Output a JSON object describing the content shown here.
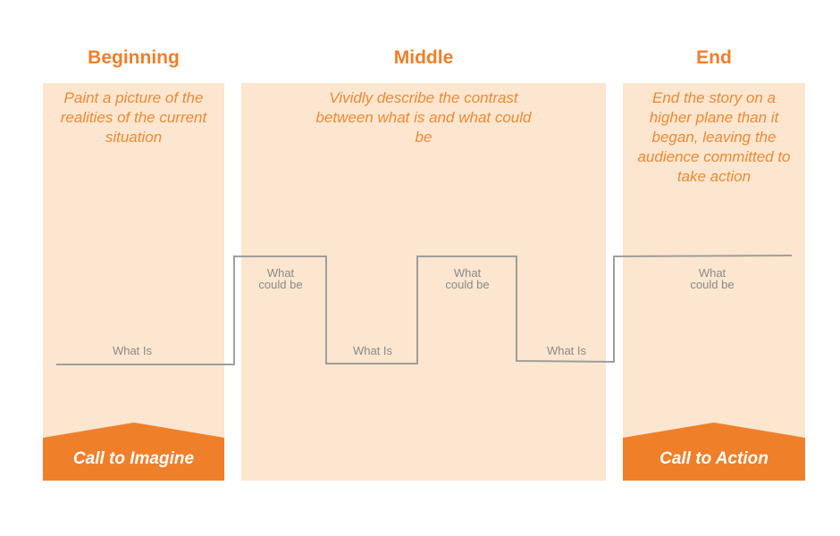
{
  "headings": {
    "beginning": "Beginning",
    "middle": "Middle",
    "end": "End"
  },
  "panels": {
    "beginning": {
      "text": "Paint a picture of the realities of the current situation"
    },
    "middle": {
      "text": "Vividly describe the contrast between what is and what could be"
    },
    "end": {
      "text": "End the story on a higher plane than it began, leaving the audience committed to take action"
    }
  },
  "labels": {
    "what_is": "What Is",
    "what_could_be": "What could be"
  },
  "calls": {
    "imagine": "Call to Imagine",
    "action": "Call to Action"
  },
  "colors": {
    "accent": "#f07f2a",
    "panel_fill": "#fce6cf",
    "line": "#9e9e9e",
    "label_text": "#8a8a8a"
  }
}
